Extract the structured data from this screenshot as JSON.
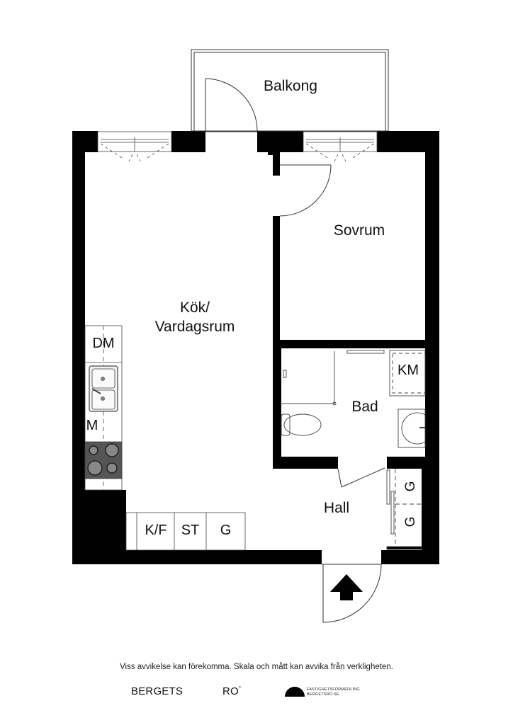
{
  "floorplan": {
    "rooms": {
      "balcony": "Balkong",
      "bedroom": "Sovrum",
      "kitchen_living_1": "Kök/",
      "kitchen_living_2": "Vardagsrum",
      "bathroom": "Bad",
      "hall": "Hall"
    },
    "fixtures": {
      "dishwasher": "DM",
      "microwave": "M",
      "fridge_freezer": "K/F",
      "storage": "ST",
      "wardrobe_kitchen": "G",
      "washing_machine": "KM",
      "wardrobe_hall_top": "G",
      "wardrobe_hall_bottom": "G"
    },
    "entrance_icon": "entrance-arrow-up"
  },
  "footer": {
    "disclaimer": "Viss avvikelse kan förekomma. Skala och mått kan avvika från verkligheten.",
    "brand_left": "BERGETS",
    "brand_mid": "RO",
    "brand_mid_mark": "°",
    "brand_line1": "FASTIGHETSFÖRMEDLING",
    "brand_line2": "BERGETSRO.SE"
  },
  "colors": {
    "wall": "#000000",
    "line": "#333333",
    "stove": "#555555",
    "background": "#ffffff"
  }
}
